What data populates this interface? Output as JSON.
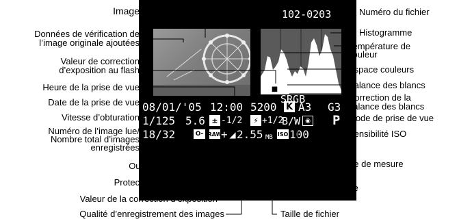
{
  "screen": {
    "file_number": "102-0203",
    "date": "08/01/'05",
    "time": "12:00",
    "shutter": "1/125",
    "aperture": "5.6",
    "exposure_comp": "-1/2",
    "flash_comp": "+1/2",
    "flash_comp_icon": "flash-exposure-comp-icon",
    "exposure_comp_icon": "exposure-comp-icon",
    "protect_icon": "key-icon",
    "verification_icon": "lock-icon",
    "white_balance_icon": "white-balance-k-icon",
    "metering_icon": "metering-mode-icon",
    "iso_icon": "iso-icon",
    "color_temp": "5200",
    "wb_correction": "A3",
    "wb_correction_2": "G3",
    "color_space": "SRGB",
    "monochrome": "B/W",
    "shooting_mode": "P",
    "file_size": "2.55",
    "file_size_unit": "MB",
    "image_quality": "+",
    "iso": "100",
    "image_counter": "18/32"
  },
  "labels": {
    "image": "Image",
    "verification": [
      "Données de vérification de",
      "l’image originale ajoutées"
    ],
    "flash_correction": [
      "Valeur de correction",
      "d’exposition au flash"
    ],
    "shooting_time": "Heure de la prise de vue",
    "shooting_date": "Date de la prise de vue",
    "shutter_speed": "Vitesse d’obturation",
    "image_number": [
      "Numéro de l’image lue/",
      "Nombre total d’images",
      "enregistrées"
    ],
    "aperture": "Ouverture",
    "protection": "Protection de l’image",
    "exposure_correction": "Valeur de la correction d’exposition",
    "recording_quality": "Qualité d’enregistrement des images",
    "file_size": "Taille de fichier",
    "monochrome": "Monochrome",
    "metering": "Mode de mesure",
    "file_number": "Numéro du fichier",
    "histogram": "Histogramme",
    "color_temp": [
      "Température de",
      "couleur"
    ],
    "color_space": "Espace couleurs",
    "white_balance": "Balance des blancs",
    "wb_correction": [
      "Correction de la",
      "balance des blancs"
    ],
    "shooting_mode": "Mode de prise de vue",
    "iso": "Sensibilité ISO"
  }
}
